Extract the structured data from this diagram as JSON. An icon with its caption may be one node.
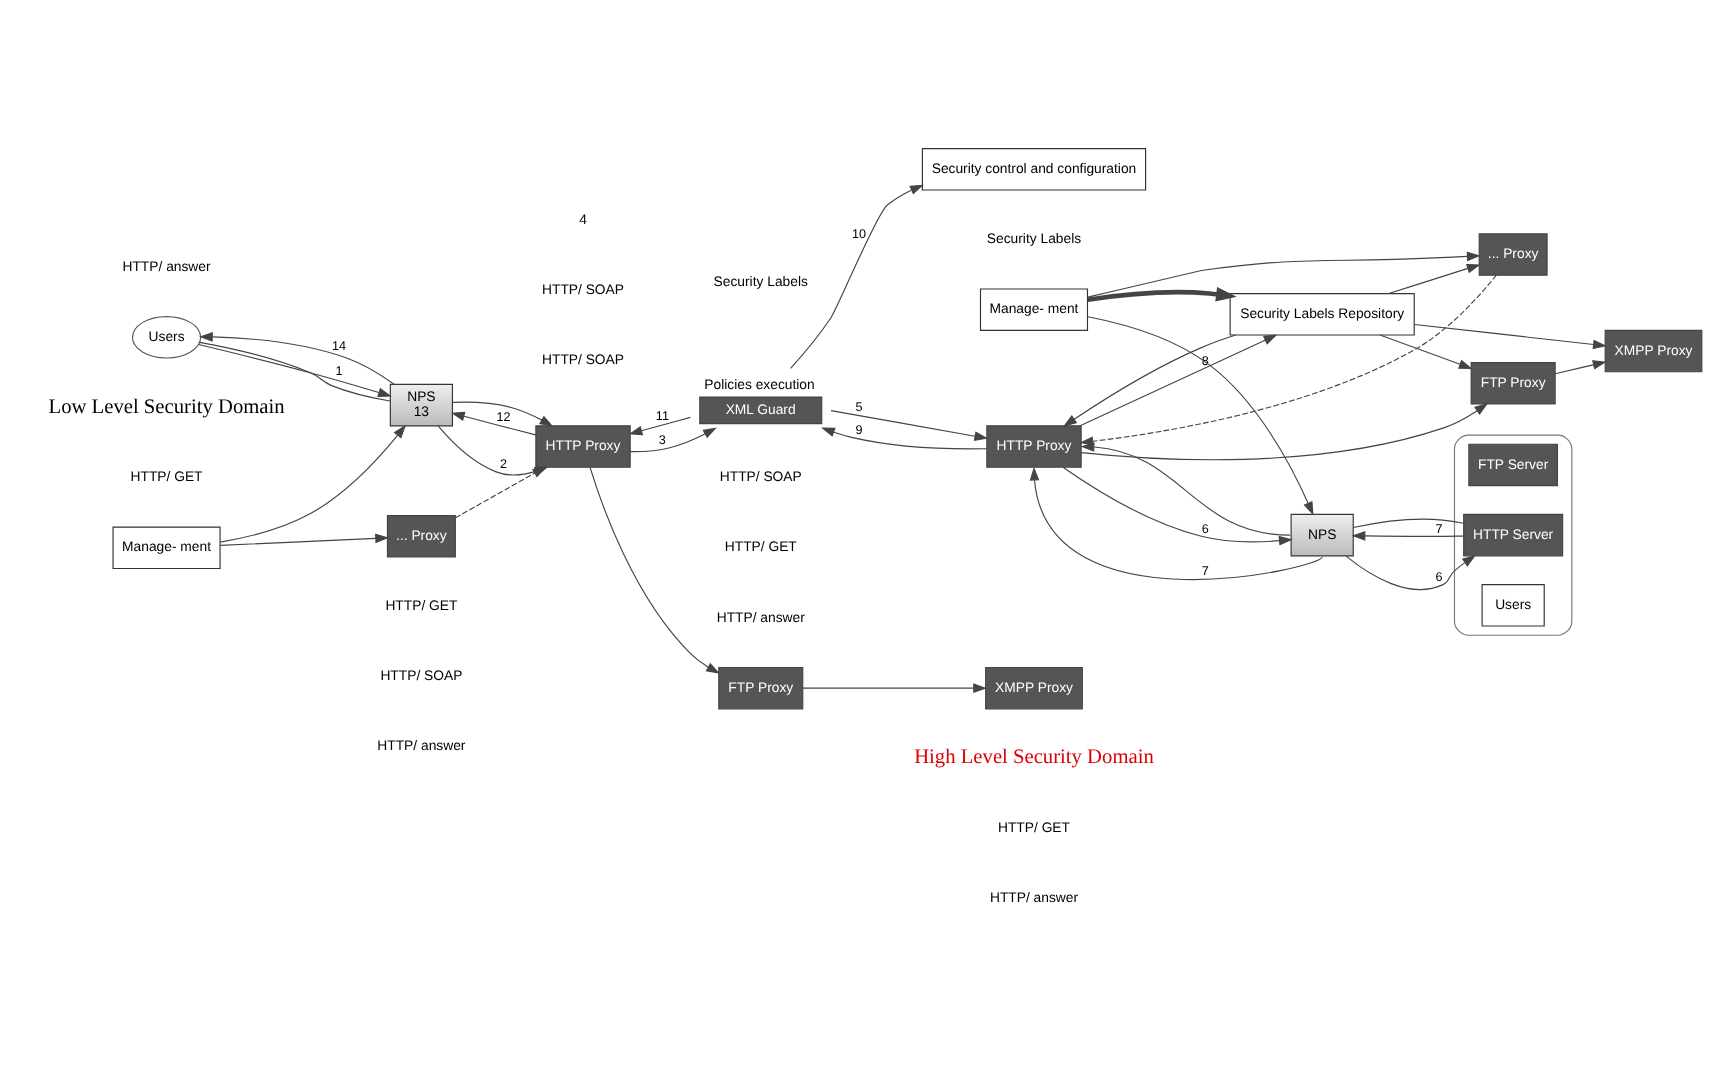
{
  "diagram": {
    "nodes": [
      {
        "text": [
          "Users"
        ]
      },
      {
        "text": [
          "NPS",
          "13"
        ]
      },
      {
        "text": [
          "XMPP Proxy"
        ]
      },
      {
        "text": [
          "FTP Proxy"
        ]
      },
      {
        "text": [
          "HTTP Proxy"
        ]
      },
      {
        "text": [
          "... Proxy"
        ]
      },
      {
        "text": [
          "Manage- ment"
        ]
      },
      {
        "text": [
          "XML Guard"
        ],
        "beside": [
          "Policies execution"
        ]
      },
      {
        "text": [
          "Security control and configuration"
        ]
      },
      {
        "text": [
          "Security Labels Repository"
        ]
      },
      {
        "text": [
          "XMPP Proxy"
        ]
      },
      {
        "text": [
          "FTP Proxy"
        ]
      },
      {
        "text": [
          "HTTP Proxy"
        ]
      },
      {
        "text": [
          "... Proxy"
        ]
      },
      {
        "text": [
          "NPS"
        ]
      },
      {
        "text": [
          "Manage- ment"
        ]
      },
      {
        "text": [],
        "shape": "cloud"
      },
      {
        "text": [
          "FTP Server"
        ],
        "in": 16
      },
      {
        "text": [
          "HTTP Server"
        ],
        "in": 16
      },
      {
        "text": [
          "Users"
        ],
        "in": 16
      }
    ],
    "edges": [
      {
        "from": 0,
        "to": 1,
        "arrow": "to",
        "label": "1"
      },
      {
        "from": 0,
        "to": 1,
        "arrow": "none"
      },
      {
        "from": 1,
        "to": 4,
        "arrow": "to",
        "label": "2"
      },
      {
        "from": 1,
        "to": 4,
        "arrow": "to"
      },
      {
        "from": 1,
        "to": 0,
        "arrow": "to",
        "label": "14"
      },
      {
        "from": 4,
        "to": 1,
        "arrow": "to",
        "label": "12"
      },
      {
        "from": 4,
        "to": 3,
        "arrow": "to"
      },
      {
        "from": 3,
        "to": 2,
        "arrow": "to"
      },
      {
        "from": 5,
        "to": 4,
        "arrow": "to",
        "style": "dashed"
      },
      {
        "from": 6,
        "to": 1,
        "arrow": "to"
      },
      {
        "from": 6,
        "to": 5,
        "arrow": "to"
      },
      {
        "from": 4,
        "to": 7,
        "arrow": "to",
        "label": "3"
      },
      {
        "from": 7,
        "to": 4,
        "arrow": "to",
        "label": "11"
      },
      {
        "from": 7,
        "to": 8,
        "arrow": "to",
        "label": "10"
      },
      {
        "from": 7,
        "to": 12,
        "arrow": "to",
        "label": "5"
      },
      {
        "from": 12,
        "to": 7,
        "arrow": "to",
        "label": "9"
      },
      {
        "from": 12,
        "to": 9,
        "arrow": "to",
        "label": "8"
      },
      {
        "from": 12,
        "to": 14,
        "arrow": "to",
        "label": "6"
      },
      {
        "from": 14,
        "to": 18,
        "arrow": "to",
        "label": "6"
      },
      {
        "from": 18,
        "to": 14,
        "arrow": "to",
        "label": "7"
      },
      {
        "from": 14,
        "to": 12,
        "arrow": "to",
        "label": "7"
      },
      {
        "from": 14,
        "to": 12,
        "arrow": "to"
      },
      {
        "from": 14,
        "to": 18,
        "arrow": "none"
      },
      {
        "from": 9,
        "to": 10,
        "arrow": "to"
      },
      {
        "from": 9,
        "to": 11,
        "arrow": "to"
      },
      {
        "from": 9,
        "to": 12,
        "arrow": "to"
      },
      {
        "from": 9,
        "to": 13,
        "arrow": "to"
      },
      {
        "from": 12,
        "to": 11,
        "arrow": "to"
      },
      {
        "from": 11,
        "to": 10,
        "arrow": "to"
      },
      {
        "from": 13,
        "to": 12,
        "arrow": "to",
        "style": "dashed"
      },
      {
        "from": 15,
        "to": 14,
        "arrow": "to"
      },
      {
        "from": 15,
        "to": 13,
        "arrow": "to"
      },
      {
        "from": 15,
        "to": 9,
        "arrow": "to",
        "style": "thick"
      }
    ],
    "labels": [
      "Low Level Security Domain",
      "High Level Security Domain",
      "4",
      "Security Labels",
      "HTTP/ GET",
      "HTTP/ GET",
      "Security Labels",
      "HTTP/ SOAP",
      "HTTP/ SOAP",
      "HTTP/ SOAP",
      "HTTP/ SOAP",
      "HTTP/ GET",
      "HTTP/ GET",
      "HTTP/ answer",
      "HTTP/ answer",
      "HTTP/ answer",
      "HTTP/ answer"
    ]
  }
}
